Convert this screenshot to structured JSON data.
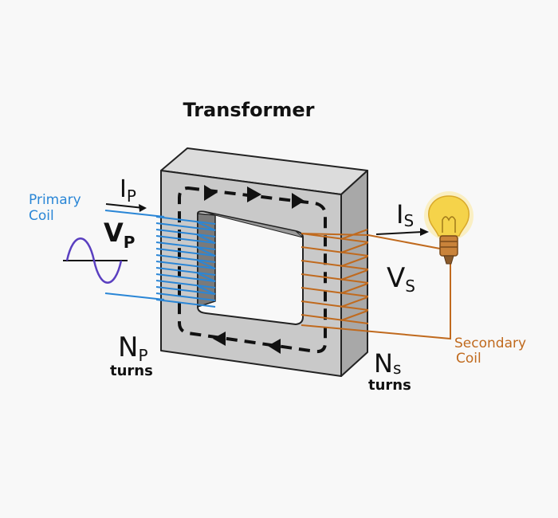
{
  "title": "Transformer",
  "primary": {
    "coil_label_line1": "Primary",
    "coil_label_line2": "Coil",
    "current_symbol": "I",
    "current_subscript": "P",
    "voltage_symbol": "V",
    "voltage_subscript": "P",
    "turns_symbol": "N",
    "turns_subscript": "P",
    "turns_word": "turns"
  },
  "secondary": {
    "coil_label_line1": "Secondary",
    "coil_label_line2": "Coil",
    "current_symbol": "I",
    "current_subscript": "S",
    "voltage_symbol": "V",
    "voltage_subscript": "S",
    "turns_symbol": "N",
    "turns_subscript": "s",
    "turns_word": "turns"
  },
  "colors": {
    "primary": "#2a86d6",
    "secondary": "#c06a1e",
    "core_front": "#c9c9c9",
    "core_top": "#dcdcdc",
    "core_side": "#a8a8a8",
    "sine_wave": "#5a3fc0",
    "bulb": "#f5d34a"
  },
  "icons": [
    "sine-wave-icon",
    "light-bulb-icon",
    "flux-arrow-icon"
  ]
}
